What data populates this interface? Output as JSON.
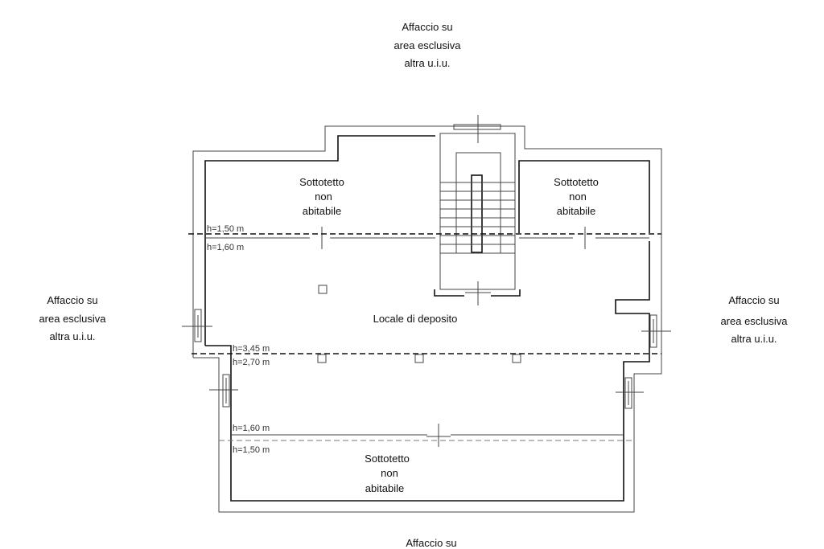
{
  "views": {
    "top": [
      "Affaccio su",
      "area esclusiva",
      "altra u.i.u."
    ],
    "left": [
      "Affaccio su",
      "area esclusiva",
      "altra u.i.u."
    ],
    "right": [
      "Affaccio su",
      "area esclusiva",
      "altra u.i.u."
    ],
    "bottom": [
      "Affaccio su"
    ]
  },
  "rooms": {
    "attic_left": [
      "Sottotetto",
      "non",
      "abitabile"
    ],
    "attic_right": [
      "Sottotetto",
      "non",
      "abitabile"
    ],
    "storage": "Locale di deposito",
    "attic_bottom": [
      "Sottotetto",
      "non",
      "abitabile"
    ]
  },
  "heights": [
    "h=1,50 m",
    "h=1,60 m",
    "h=3,45 m",
    "h=2,70 m",
    "h=1,60 m",
    "h=1,50 m"
  ]
}
